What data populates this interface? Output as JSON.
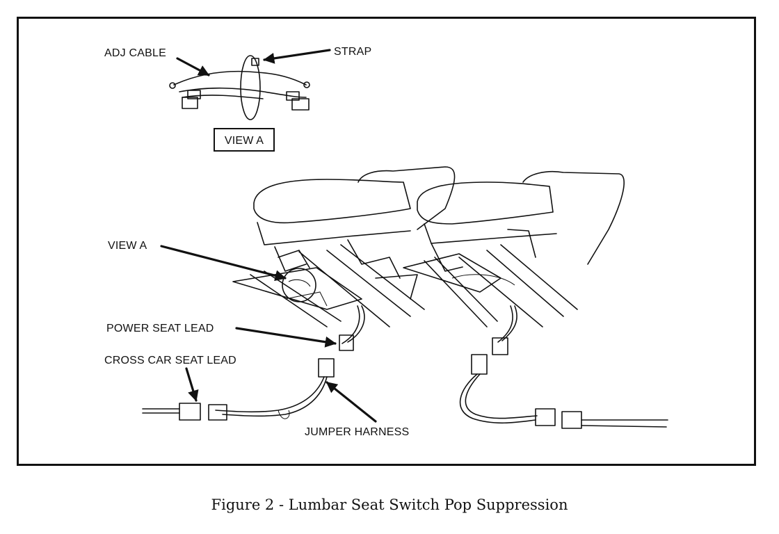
{
  "labels": {
    "adj_cable": "ADJ CABLE",
    "strap": "STRAP",
    "view_a_box": "VIEW A",
    "view_a_pointer": "VIEW A",
    "power_seat_lead": "POWER SEAT LEAD",
    "cross_car_seat_lead": "CROSS CAR SEAT LEAD",
    "jumper_harness": "JUMPER HARNESS"
  },
  "caption": "Figure 2 - Lumbar Seat Switch Pop Suppression",
  "colors": {
    "ink": "#111111",
    "paper": "#ffffff"
  }
}
